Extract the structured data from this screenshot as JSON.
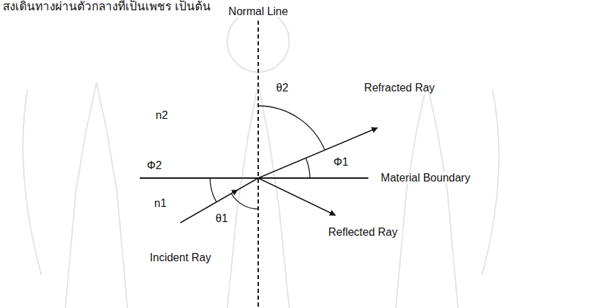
{
  "diagram": {
    "labels": [
      "สงเดินทางผ่านตัวกลางที่เป็นเพชร เป็นต้น",
      "Normal Line",
      "Refracted Ray",
      "θ2",
      "n2",
      "Φ1",
      "Material Boundary",
      "Φ2",
      "n1",
      "θ1",
      "Reflected Ray",
      "Incident Ray"
    ]
  }
}
